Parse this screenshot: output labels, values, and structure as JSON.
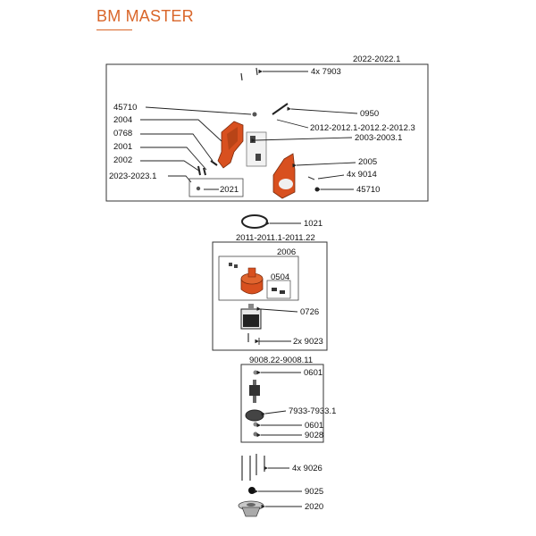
{
  "page": {
    "title": "BM MASTER"
  },
  "colors": {
    "accent": "#d9662a",
    "part_orange": "#d8501f",
    "line": "#222222"
  },
  "groups": {
    "top": "2022-2022.1",
    "motor": "2011-2011.1-2011.22",
    "motor_inner": "2006",
    "gear": "9008.22-9008.11"
  },
  "labels": {
    "screws_top": "4x 7903",
    "p45710a": "45710",
    "p0950": "0950",
    "p2004": "2004",
    "p2012": "2012-2012.1-2012.2-2012.3",
    "p0768": "0768",
    "p2003": "2003-2003.1",
    "p2001": "2001",
    "p2002": "2002",
    "p2005": "2005",
    "p9014": "4x 9014",
    "p2023": "2023-2023.1",
    "p2021": "2021",
    "p45710b": "45710",
    "p1021": "1021",
    "p0504": "0504",
    "p0726": "0726",
    "p9023": "2x 9023",
    "p0601a": "0601",
    "p7933": "7933-7933.1",
    "p0601b": "0601",
    "p9028": "9028",
    "p9026": "4x 9026",
    "p9025": "9025",
    "p2020": "2020"
  }
}
